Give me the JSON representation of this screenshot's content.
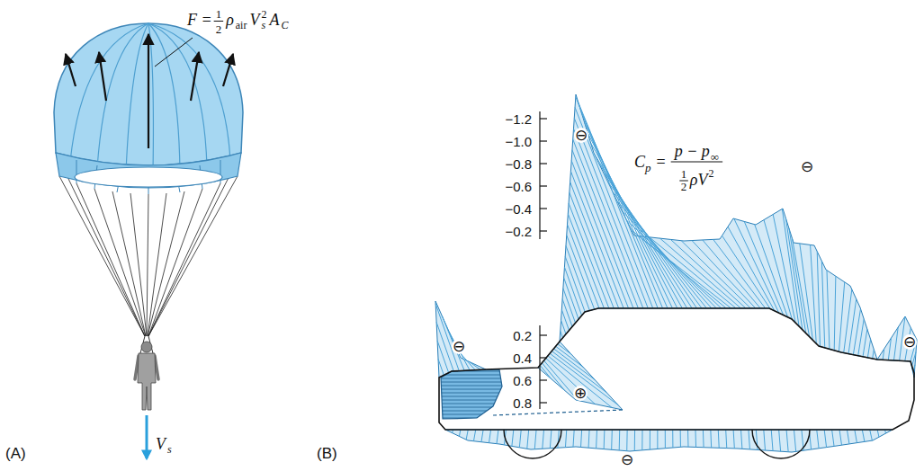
{
  "diagram": {
    "labels": [
      "(A)",
      "F =",
      "1",
      "2",
      "ρ",
      "air",
      "V",
      "s",
      "2",
      "A",
      "C",
      "V",
      "s",
      "(B)",
      "−1.2",
      "−1.0",
      "−0.8",
      "−0.6",
      "−0.4",
      "−0.2",
      "0.2",
      "0.4",
      "0.6",
      "0.8",
      "C",
      "p",
      "=",
      "p − p",
      "∞",
      "1",
      "2",
      "ρV",
      "2",
      "⊖",
      "⊕",
      "⊖",
      "⊖",
      "⊖",
      "⊖"
    ]
  }
}
